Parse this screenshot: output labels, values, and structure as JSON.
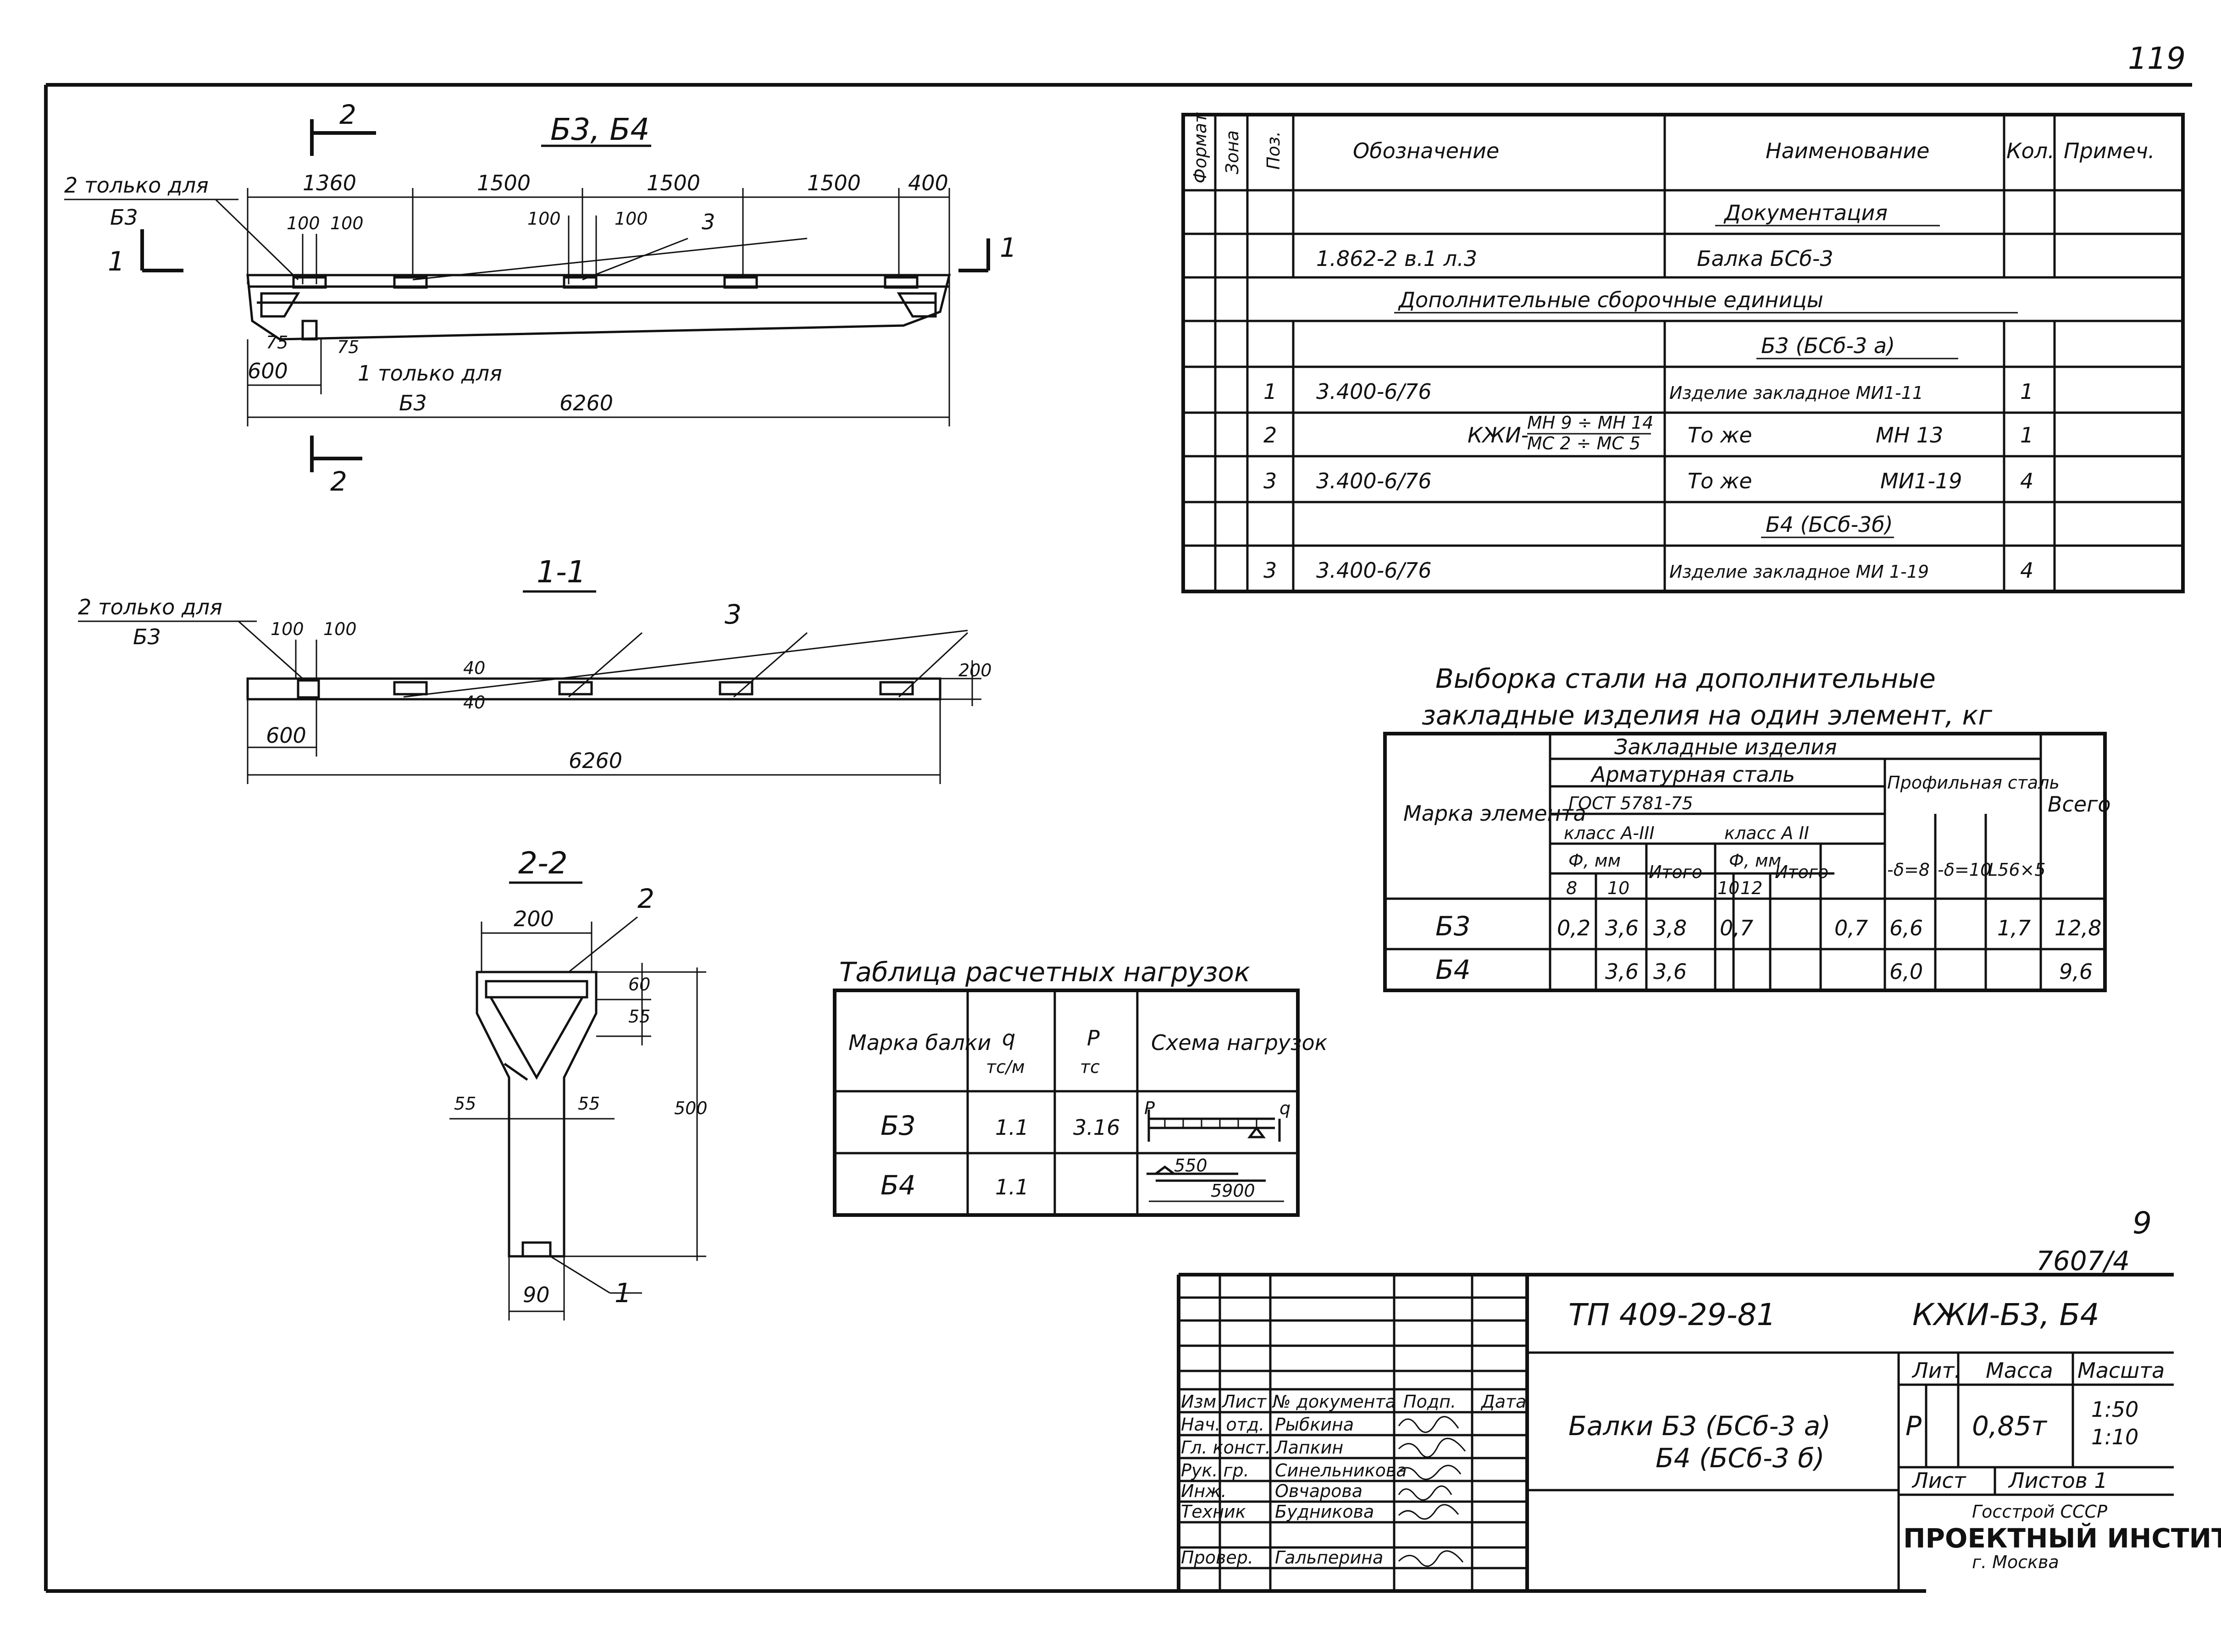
{
  "sheet_number": "9",
  "corner_mark": "119",
  "album_number": "7607/4",
  "plan_view": {
    "title": "Б3, Б4",
    "dims_top": [
      "1360",
      "1500",
      "1500",
      "1500",
      "400"
    ],
    "dims_small": [
      "100",
      "100",
      "100",
      "100"
    ],
    "pos_3": "3",
    "note_2": "2 только для",
    "note_2b": "Б3",
    "note_1": "1 только для",
    "note_1b": "Б3",
    "dim_75a": "75",
    "dim_75b": "75",
    "dim_600": "600",
    "dim_total": "6260",
    "cut_1": "1",
    "cut_1b": "1",
    "cut_2": "2",
    "cut_2b": "2"
  },
  "section_1_1": {
    "title": "1-1",
    "note_2": "2 только для",
    "note_2b": "Б3",
    "dim_100a": "100",
    "dim_100b": "100",
    "pos_3": "3",
    "dim_40a": "40",
    "dim_40b": "40",
    "dim_200": "200",
    "dim_600": "600",
    "dim_total": "6260"
  },
  "section_2_2": {
    "title": "2-2",
    "dim_200": "200",
    "pos_2": "2",
    "dim_55": "55",
    "dim_60": "60",
    "dim_55_left": "55",
    "dim_55_right": "55",
    "dim_500": "500",
    "dim_90": "90",
    "pos_1": "1"
  },
  "spec_table": {
    "headers": {
      "format": "Формат",
      "zone": "Зона",
      "pos": "Поз.",
      "designation": "Обозначение",
      "name": "Наименование",
      "qty": "Кол.",
      "note": "Примеч."
    },
    "rows": [
      {
        "type": "section",
        "name": "Документация"
      },
      {
        "type": "item",
        "designation": "1.862-2  в.1  л.3",
        "name": "Балка    БСб-3"
      },
      {
        "type": "full",
        "text": "Дополнительные   сборочные   единицы"
      },
      {
        "type": "section",
        "name": "Б3 (БСб-3 а)"
      },
      {
        "type": "item",
        "pos": "1",
        "designation": "3.400-6/76",
        "name": "Изделие закладное МИ1-11",
        "qty": "1"
      },
      {
        "type": "item",
        "pos": "2",
        "designation_left": "КЖИ-",
        "designation_frac_top": "МН 9 ÷ МН 14",
        "designation_frac_bottom": "МС 2 ÷ МС 5",
        "name": "То же",
        "name_right": "МН 13",
        "qty": "1"
      },
      {
        "type": "item",
        "pos": "3",
        "designation": "3.400-6/76",
        "name": "То же",
        "name_right": "МИ1-19",
        "qty": "4"
      },
      {
        "type": "section",
        "name": "Б4 (БСб-3б)"
      },
      {
        "type": "item",
        "pos": "3",
        "designation": "3.400-6/76",
        "name": "Изделие закладное МИ 1-19",
        "qty": "4"
      }
    ]
  },
  "steel_table": {
    "title_line1": "Выборка   стали   на   дополнительные",
    "title_line2": "закладные   изделия  на  один  элемент, кг",
    "h_mark": "Марка элемента",
    "h_embedded": "Закладные   изделия",
    "h_rebar": "Арматурная  сталь",
    "h_gost": "ГОСТ 5781-75",
    "h_profile": "Профильная сталь",
    "h_total": "Всего",
    "h_class3": "класс А-III",
    "h_class2": "класс А II",
    "h_phi1": "Ф, мм",
    "h_phi2": "Ф, мм",
    "h_itogo1": "Итого",
    "h_itogo2": "Итого",
    "h_d8": "8",
    "h_d10": "10",
    "h_d10b": "10",
    "h_d12": "12",
    "h_p8": "-δ=8",
    "h_p10": "-δ=10",
    "h_L56": "L56×5",
    "rows": [
      {
        "mark": "Б3",
        "c1": "0,2",
        "c2": "3,6",
        "c3": "3,8",
        "c4": "0,7",
        "c5": "",
        "c6": "0,7",
        "c7": "6,6",
        "c8": "",
        "c9": "1,7",
        "total": "12,8"
      },
      {
        "mark": "Б4",
        "c1": "",
        "c2": "3,6",
        "c3": "3,6",
        "c4": "",
        "c5": "",
        "c6": "",
        "c7": "6,0",
        "c8": "",
        "c9": "",
        "total": "9,6"
      }
    ]
  },
  "load_table": {
    "title": "Таблица   расчетных   нагрузок",
    "h_mark": "Марка балки",
    "h_q": "q",
    "h_q_unit": "тс/м",
    "h_p": "Р",
    "h_p_unit": "тс",
    "h_scheme": "Схема нагрузок",
    "rows": [
      {
        "mark": "Б3",
        "q": "1.1",
        "p": "3.16"
      },
      {
        "mark": "Б4",
        "q": "1.1",
        "p": ""
      }
    ],
    "scheme_P": "P",
    "scheme_q": "q",
    "scheme_550": "550",
    "scheme_5900": "5900"
  },
  "title_block": {
    "project_code": "ТП 409-29-81",
    "drawing_code": "КЖИ-Б3, Б4",
    "title_line1": "Балки  Б3 (БСб-3 а)",
    "title_line2": "Б4 (БСб-3 б)",
    "h_izm": "Изм",
    "h_list": "Лист",
    "h_doc": "№ документа",
    "h_sign": "Подп.",
    "h_date": "Дата",
    "h_lit": "Лит.",
    "h_mass": "Масса",
    "h_scale": "Масшта",
    "lit_value": "Р",
    "mass_value": "0,85т",
    "scale1": "1:50",
    "scale2": "1:10",
    "sheet_label": "Лист",
    "sheets_label": "Листов 1",
    "org_line1": "Госстрой СССР",
    "org_line2": "ПРОЕКТНЫЙ ИНСТИТУТ №",
    "org_line3": "г. Москва",
    "staff": [
      {
        "role": "Нач. отд.",
        "name": "Рыбкина"
      },
      {
        "role": "Гл. конст.",
        "name": "Лапкин"
      },
      {
        "role": "Рук. гр.",
        "name": "Синельникова"
      },
      {
        "role": "Инж.",
        "name": "Овчарова"
      },
      {
        "role": "Техник",
        "name": "Будникова"
      },
      {
        "role": "Провер.",
        "name": "Гальперина"
      }
    ]
  }
}
